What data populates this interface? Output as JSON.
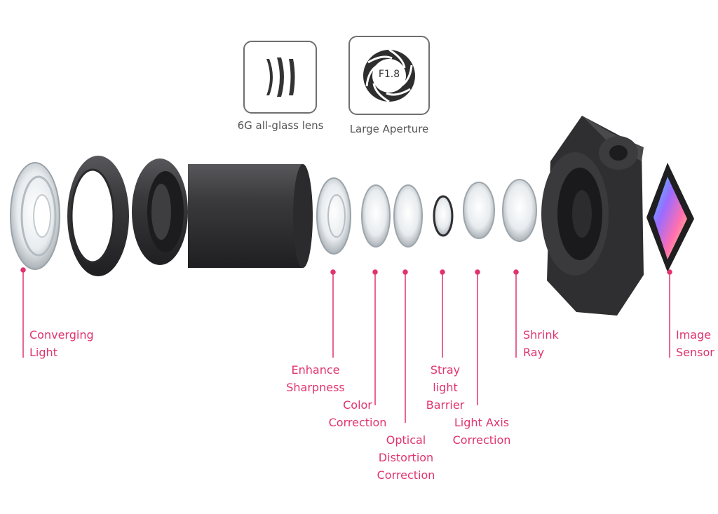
{
  "colors": {
    "accent": "#e0336f",
    "badge_border": "#6f6f6f",
    "badge_text": "#555555",
    "metal_dark": "#2c2c2e",
    "metal_mid": "#3d3d40"
  },
  "badges": [
    {
      "icon": "glass-lens-elements-icon",
      "label": "6G all-glass lens"
    },
    {
      "icon": "aperture-icon",
      "icon_text": "F1.8",
      "label": "Large Aperture"
    }
  ],
  "callouts": [
    {
      "id": "converging-light",
      "lines": [
        "Converging",
        "Light"
      ]
    },
    {
      "id": "enhance-sharpness",
      "lines": [
        "Enhance",
        "Sharpness"
      ]
    },
    {
      "id": "color-correction",
      "lines": [
        "Color",
        "Correction"
      ]
    },
    {
      "id": "optical-distortion-correction",
      "lines": [
        "Optical",
        "Distortion",
        "Correction"
      ]
    },
    {
      "id": "stray-light-barrier",
      "lines": [
        "Stray",
        "light",
        "Barrier"
      ]
    },
    {
      "id": "light-axis-correction",
      "lines": [
        "Light Axis",
        "Correction"
      ]
    },
    {
      "id": "shrink-ray",
      "lines": [
        "Shrink",
        "Ray"
      ]
    },
    {
      "id": "image-sensor",
      "lines": [
        "Image",
        "Sensor"
      ]
    }
  ]
}
